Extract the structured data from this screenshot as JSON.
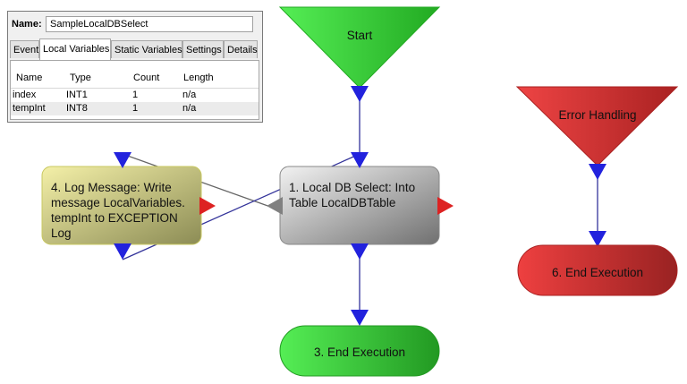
{
  "panel": {
    "name_label": "Name:",
    "name_value": "SampleLocalDBSelect",
    "tabs": [
      "Event",
      "Local Variables",
      "Static Variables",
      "Settings",
      "Details"
    ],
    "active_tab": "Local Variables",
    "columns": [
      "Name",
      "Type",
      "Count",
      "Length"
    ],
    "rows": [
      [
        "index",
        "INT1",
        "1",
        "n/a"
      ],
      [
        "tempInt",
        "INT8",
        "1",
        "n/a"
      ]
    ]
  },
  "nodes": {
    "start": {
      "label": "Start",
      "color": "#33cc33"
    },
    "error_handling": {
      "label": "Error Handling",
      "color": "#cc3333"
    },
    "log_message": {
      "line1": "4. Log Message: Write",
      "line2": "message LocalVariables.",
      "line3": "tempInt to EXCEPTION",
      "line4": "Log",
      "color": "#b5b566"
    },
    "local_db_select": {
      "line1": "1. Local DB Select: Into",
      "line2": "Table LocalDBTable",
      "color": "#a8a8a8"
    },
    "end_execution_3": {
      "label": "3. End Execution",
      "color": "#33cc33"
    },
    "end_execution_6": {
      "label": "6. End Execution",
      "color": "#d13333"
    }
  },
  "colors": {
    "connector": "#33339a",
    "port_in": "#2222dd",
    "port_out": "#dd2222",
    "port_gray": "#808080"
  }
}
